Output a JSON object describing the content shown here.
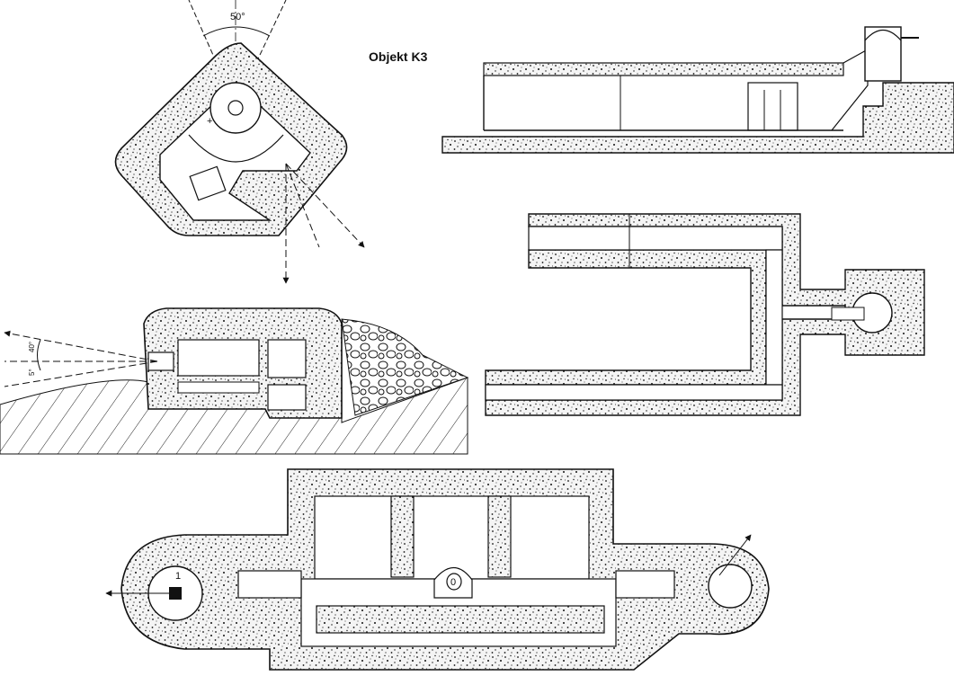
{
  "title": "Objekt K3",
  "angles": {
    "plan_sector": "50°",
    "elevation_upper": "40°",
    "elevation_lower": "5°"
  },
  "marks": {
    "cupola": "0",
    "gun_room": "1"
  },
  "colors": {
    "ink": "#111111",
    "concrete_fill": "#f4f4f4",
    "hatch": "#222222"
  }
}
